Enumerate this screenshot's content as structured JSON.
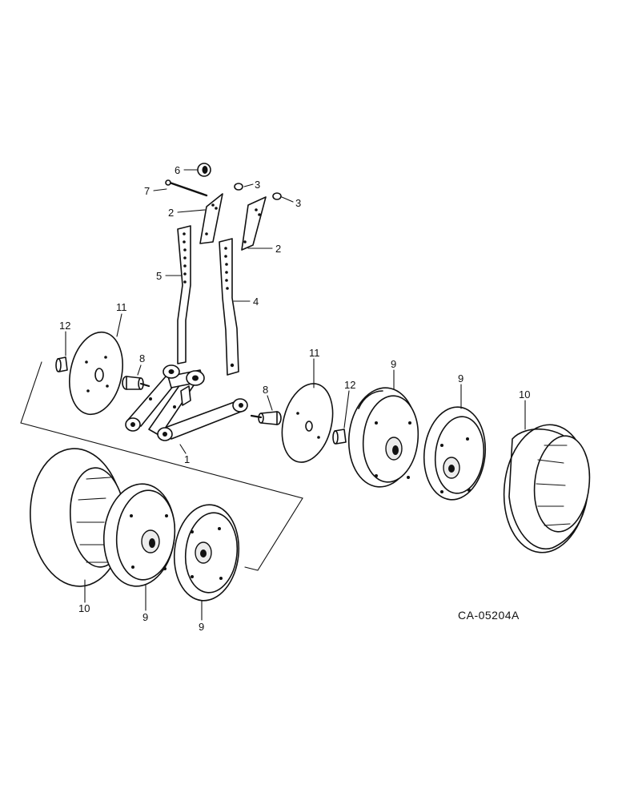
{
  "diagram": {
    "callouts": {
      "c1": "1",
      "c2a": "2",
      "c2b": "2",
      "c3a": "3",
      "c3b": "3",
      "c4": "4",
      "c5": "5",
      "c6": "6",
      "c7": "7",
      "c8a": "8",
      "c8b": "8",
      "c9a": "9",
      "c9b": "9",
      "c9c": "9",
      "c9d": "9",
      "c10a": "10",
      "c10b": "10",
      "c11a": "11",
      "c11b": "11",
      "c12a": "12",
      "c12b": "12"
    },
    "figure_code": "CA-05204A"
  }
}
